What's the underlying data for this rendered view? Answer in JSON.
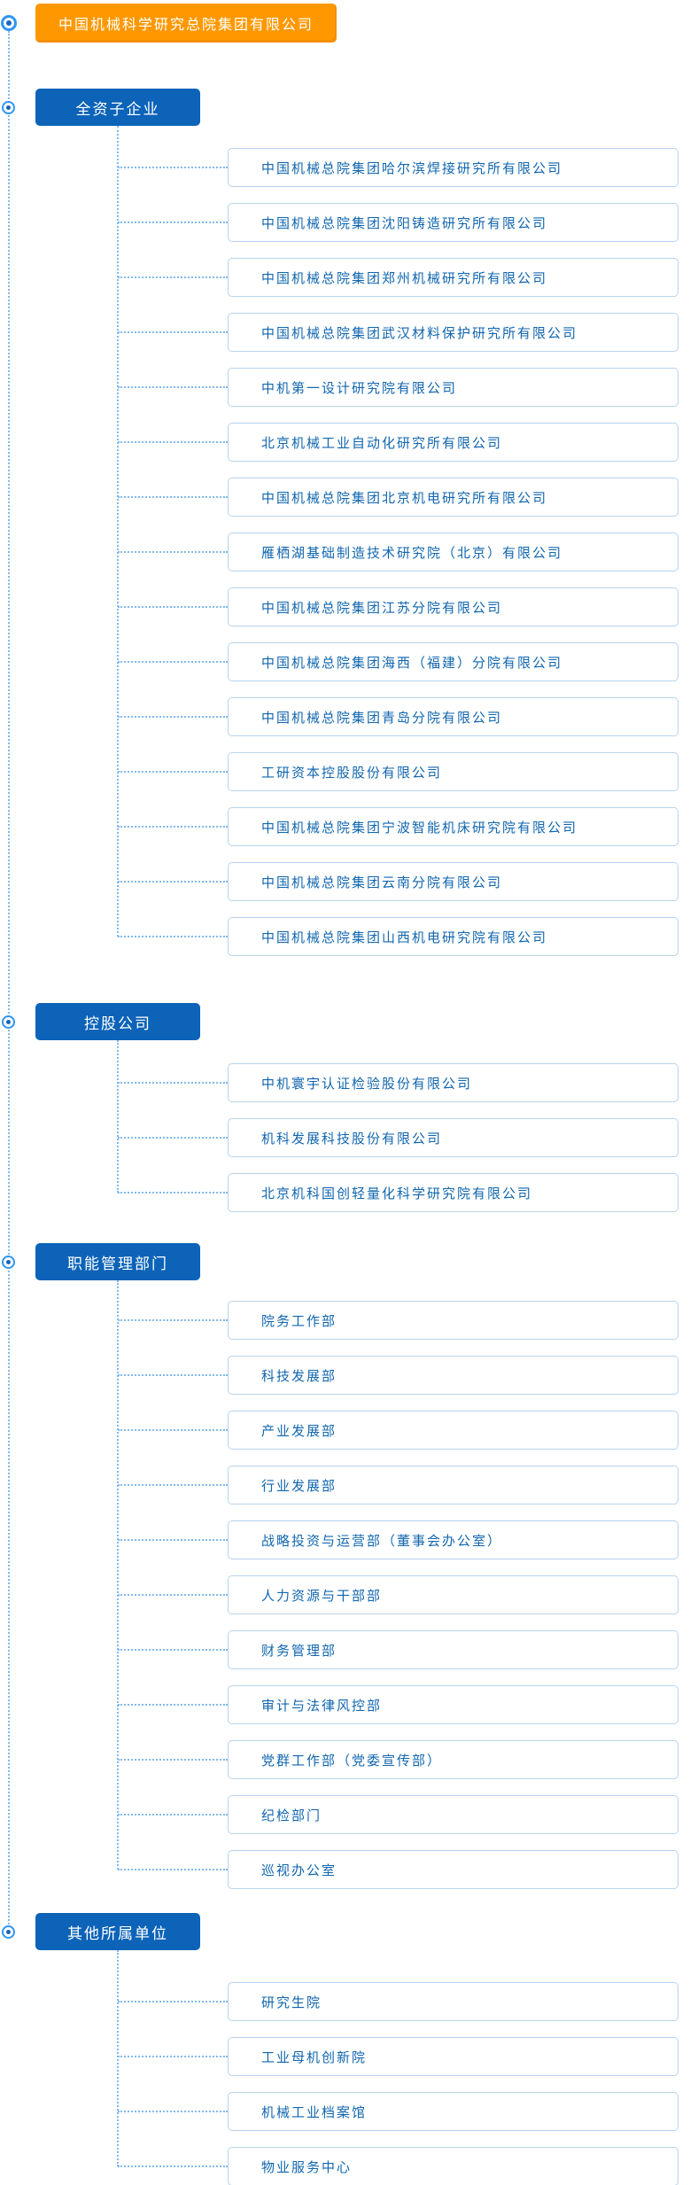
{
  "root": {
    "label": "中国机械科学研究总院集团有限公司"
  },
  "colors": {
    "root_bg": "#ff9800",
    "section_bg": "#0c63b8",
    "item_text": "#1166af",
    "item_border": "#b7d4ee",
    "connector": "#82b9ec",
    "icon_ring": "#2f96f3",
    "icon_dot": "#1366bb"
  },
  "sections": [
    {
      "title": "全资子企业",
      "items": [
        "中国机械总院集团哈尔滨焊接研究所有限公司",
        "中国机械总院集团沈阳铸造研究所有限公司",
        "中国机械总院集团郑州机械研究所有限公司",
        "中国机械总院集团武汉材料保护研究所有限公司",
        "中机第一设计研究院有限公司",
        "北京机械工业自动化研究所有限公司",
        "中国机械总院集团北京机电研究所有限公司",
        "雁栖湖基础制造技术研究院（北京）有限公司",
        "中国机械总院集团江苏分院有限公司",
        "中国机械总院集团海西（福建）分院有限公司",
        "中国机械总院集团青岛分院有限公司",
        "工研资本控股股份有限公司",
        "中国机械总院集团宁波智能机床研究院有限公司",
        "中国机械总院集团云南分院有限公司",
        "中国机械总院集团山西机电研究院有限公司"
      ]
    },
    {
      "title": "控股公司",
      "items": [
        "中机寰宇认证检验股份有限公司",
        "机科发展科技股份有限公司",
        "北京机科国创轻量化科学研究院有限公司"
      ]
    },
    {
      "title": "职能管理部门",
      "items": [
        "院务工作部",
        "科技发展部",
        "产业发展部",
        "行业发展部",
        "战略投资与运营部（董事会办公室）",
        "人力资源与干部部",
        "财务管理部",
        "审计与法律风控部",
        "党群工作部（党委宣传部）",
        "纪检部门",
        "巡视办公室"
      ]
    },
    {
      "title": "其他所属单位",
      "items": [
        "研究生院",
        "工业母机创新院",
        "机械工业档案馆",
        "物业服务中心"
      ]
    }
  ]
}
